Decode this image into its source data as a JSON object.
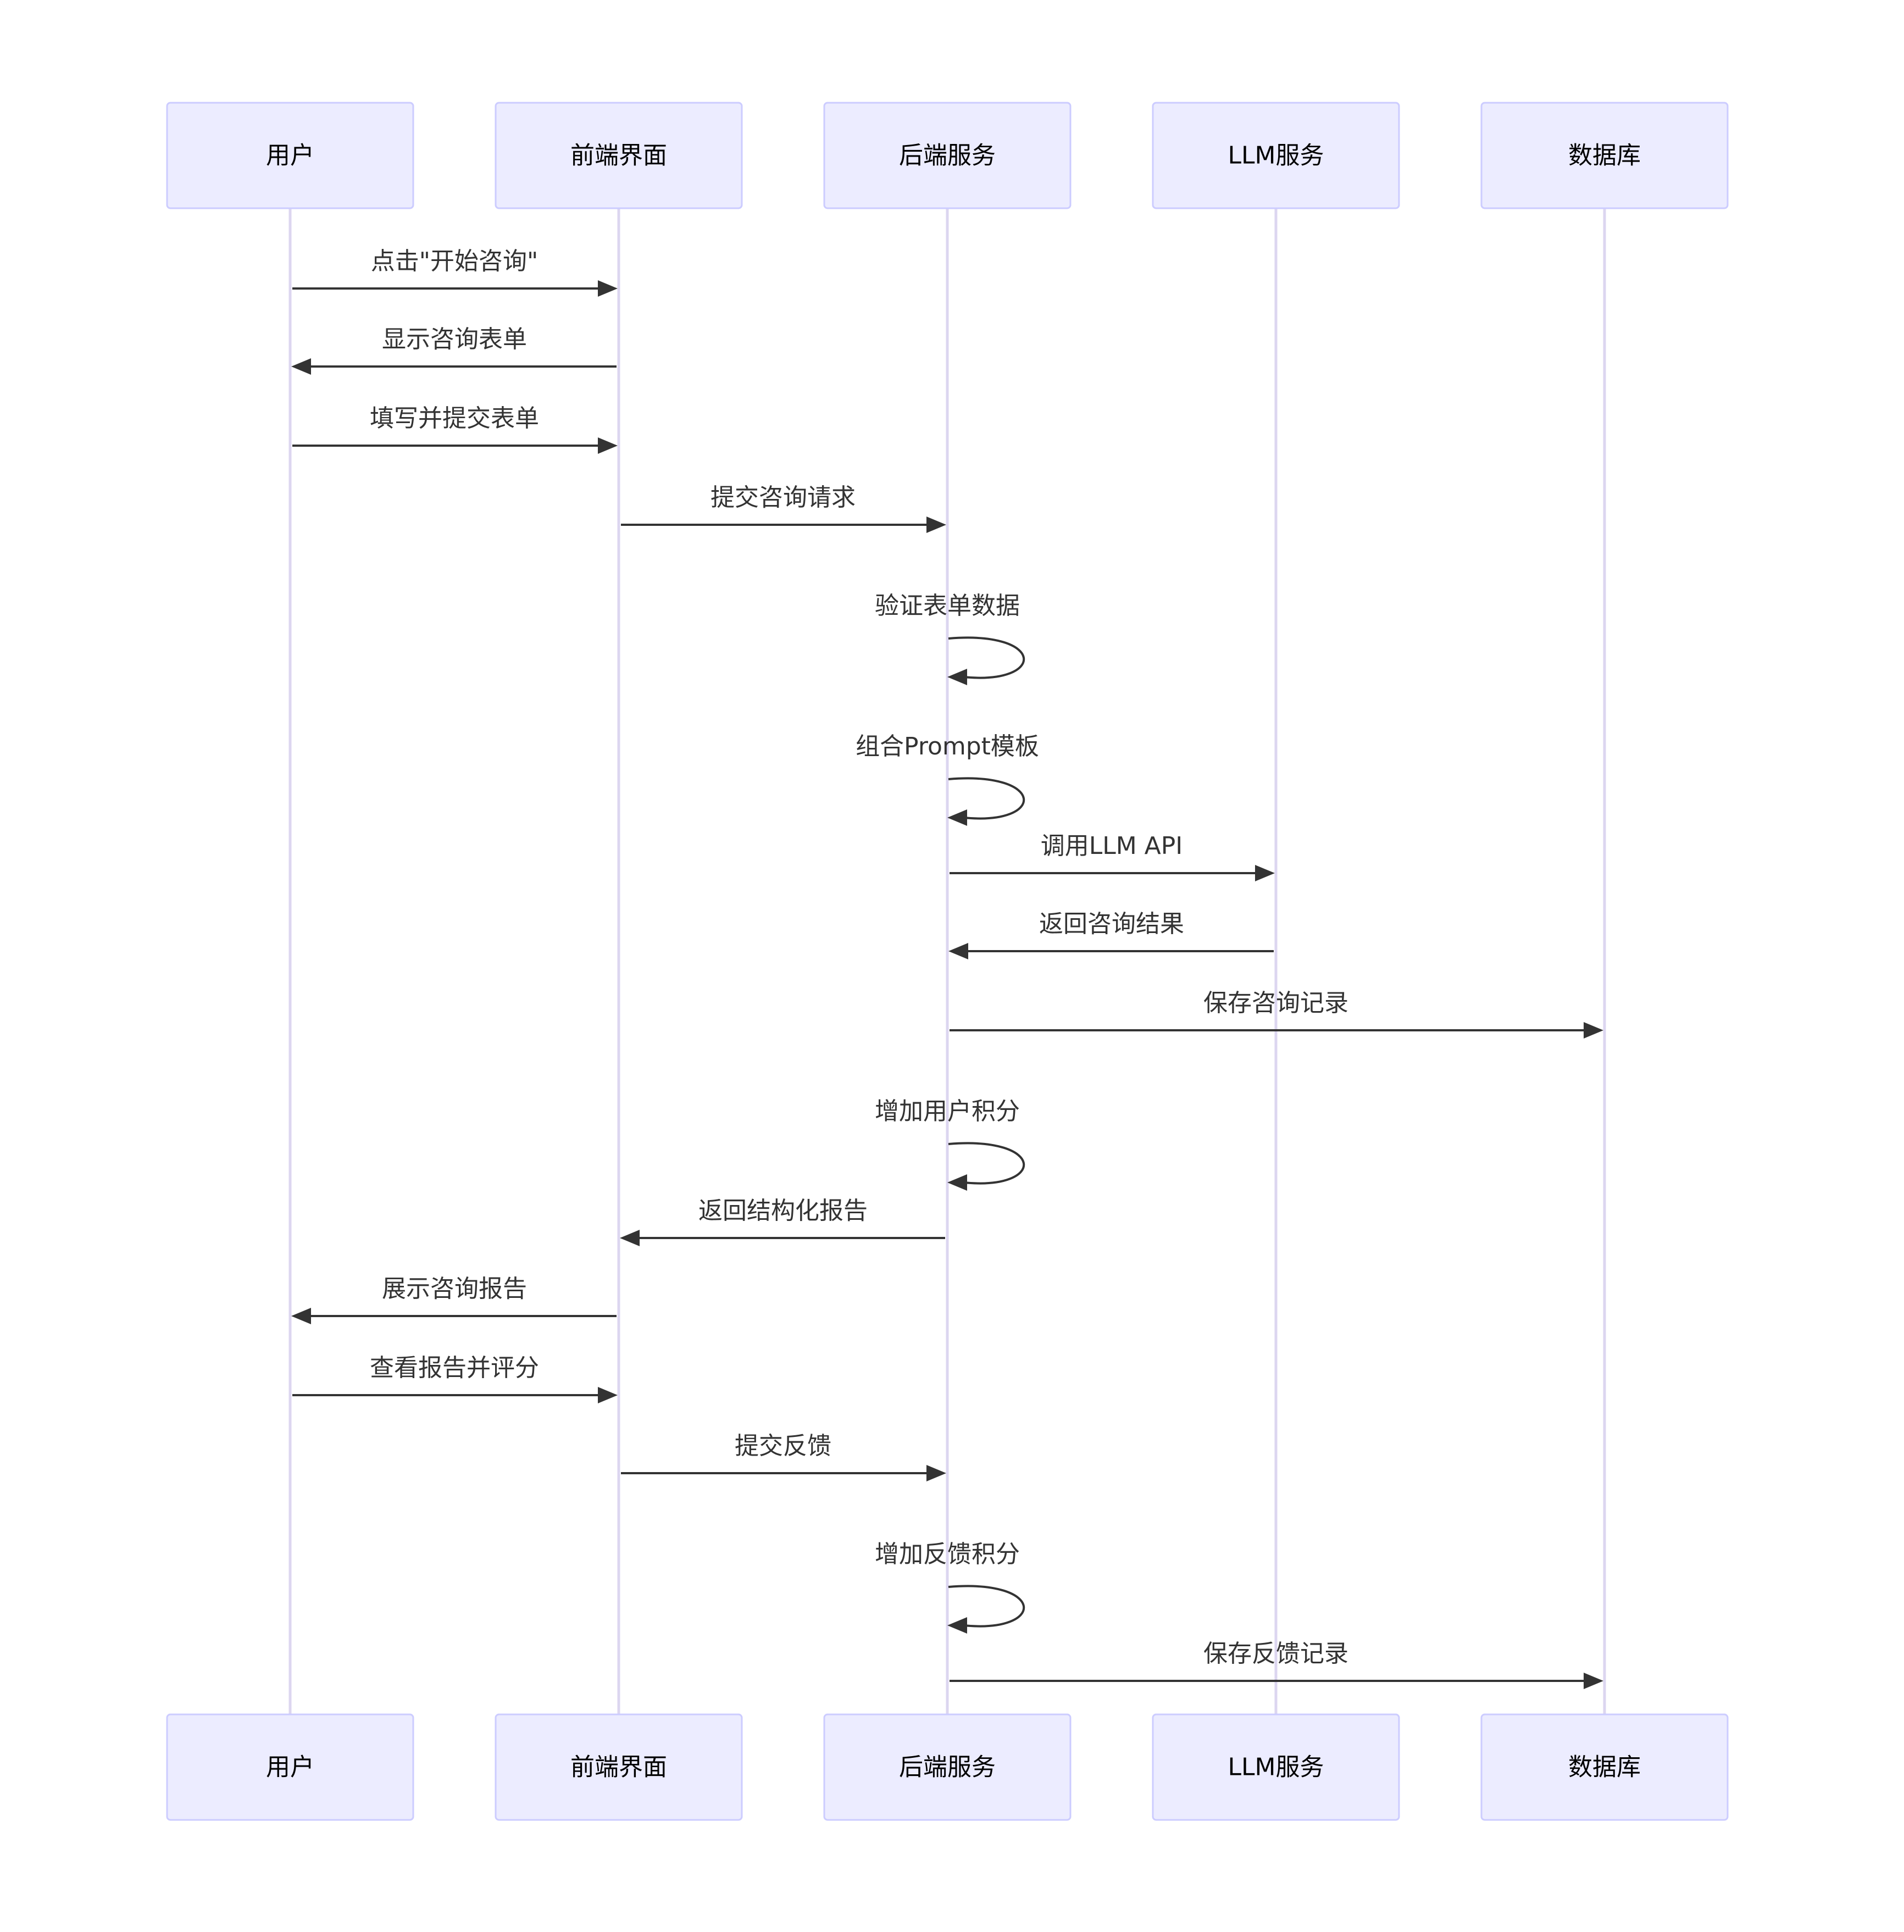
{
  "diagram": {
    "type": "sequence",
    "participants": [
      {
        "id": "user",
        "label": "用户"
      },
      {
        "id": "frontend",
        "label": "前端界面"
      },
      {
        "id": "backend",
        "label": "后端服务"
      },
      {
        "id": "llm",
        "label": "LLM服务"
      },
      {
        "id": "db",
        "label": "数据库"
      }
    ],
    "messages": [
      {
        "from": "user",
        "to": "frontend",
        "text": "点击\"开始咨询\""
      },
      {
        "from": "frontend",
        "to": "user",
        "text": "显示咨询表单"
      },
      {
        "from": "user",
        "to": "frontend",
        "text": "填写并提交表单"
      },
      {
        "from": "frontend",
        "to": "backend",
        "text": "提交咨询请求"
      },
      {
        "from": "backend",
        "to": "backend",
        "text": "验证表单数据"
      },
      {
        "from": "backend",
        "to": "backend",
        "text": "组合Prompt模板"
      },
      {
        "from": "backend",
        "to": "llm",
        "text": "调用LLM API"
      },
      {
        "from": "llm",
        "to": "backend",
        "text": "返回咨询结果"
      },
      {
        "from": "backend",
        "to": "db",
        "text": "保存咨询记录"
      },
      {
        "from": "backend",
        "to": "backend",
        "text": "增加用户积分"
      },
      {
        "from": "backend",
        "to": "frontend",
        "text": "返回结构化报告"
      },
      {
        "from": "frontend",
        "to": "user",
        "text": "展示咨询报告"
      },
      {
        "from": "user",
        "to": "frontend",
        "text": "查看报告并评分"
      },
      {
        "from": "frontend",
        "to": "backend",
        "text": "提交反馈"
      },
      {
        "from": "backend",
        "to": "backend",
        "text": "增加反馈积分"
      },
      {
        "from": "backend",
        "to": "db",
        "text": "保存反馈记录"
      }
    ],
    "colors": {
      "actor_fill": "#ECECFF",
      "actor_stroke": "#CCCCFF",
      "lifeline": "#DCD6F0",
      "message": "#333333",
      "label": "#333333"
    }
  }
}
